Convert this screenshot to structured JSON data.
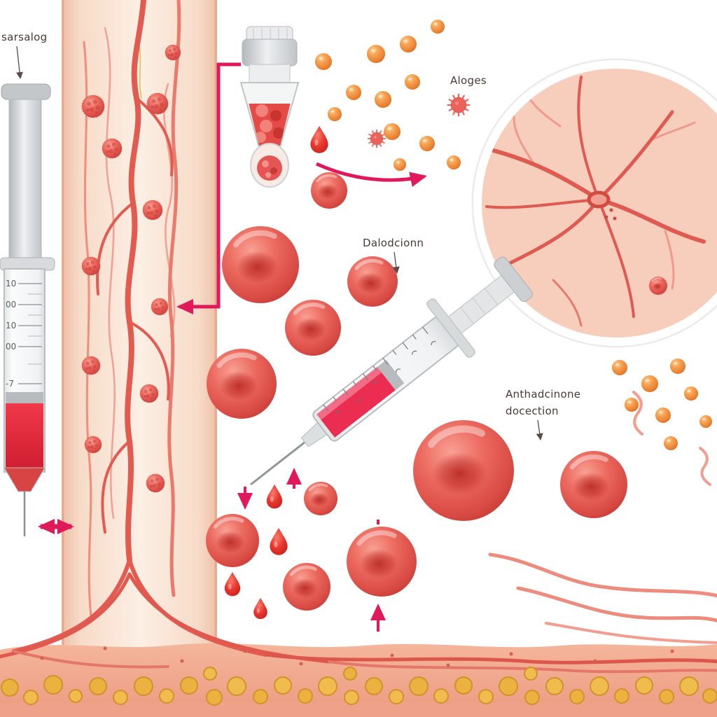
{
  "labels": {
    "top_left": "sarsalog",
    "allergen": "Aloges",
    "syringe_mid": "Dalodcionn",
    "right_line1": "Anthadcinone",
    "right_line2": "docection"
  },
  "left_syringe": {
    "marks": [
      "10",
      "00",
      "10",
      "00",
      "-7"
    ]
  },
  "colors": {
    "accent_pink": "#e0195a",
    "vessel_red": "#e25a50",
    "rbc_red": "#d84a44",
    "orange_particle": "#ef8b3c",
    "tissue_pink": "#f6cab8",
    "fat_yellow": "#ecb23f"
  }
}
